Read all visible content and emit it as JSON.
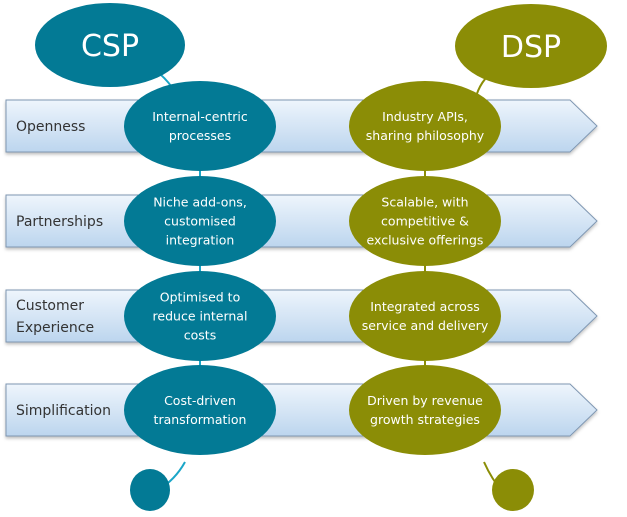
{
  "colors": {
    "csp": "#037a95",
    "dsp": "#8b8d06",
    "csp_line": "#1aa6c8",
    "dsp_line": "#8b8d06",
    "arrow_top": "#eef5fc",
    "arrow_bottom": "#bcd5ee",
    "arrow_stroke": "#7f97b2"
  },
  "columns": {
    "csp": {
      "title": "CSP"
    },
    "dsp": {
      "title": "DSP"
    }
  },
  "rows": [
    {
      "label": [
        "Openness"
      ],
      "csp": [
        "Internal-centric",
        "processes"
      ],
      "dsp": [
        "Industry APIs,",
        "sharing philosophy"
      ]
    },
    {
      "label": [
        "Partnerships"
      ],
      "csp": [
        "Niche add-ons,",
        "customised",
        "integration"
      ],
      "dsp": [
        "Scalable, with",
        "competitive &",
        "exclusive offerings"
      ]
    },
    {
      "label": [
        "Customer",
        "Experience"
      ],
      "csp": [
        "Optimised to",
        "reduce internal",
        "costs"
      ],
      "dsp": [
        "Integrated across",
        "service and delivery"
      ]
    },
    {
      "label": [
        "Simplification"
      ],
      "csp": [
        "Cost-driven",
        "transformation"
      ],
      "dsp": [
        "Driven by revenue",
        "growth strategies"
      ]
    }
  ]
}
